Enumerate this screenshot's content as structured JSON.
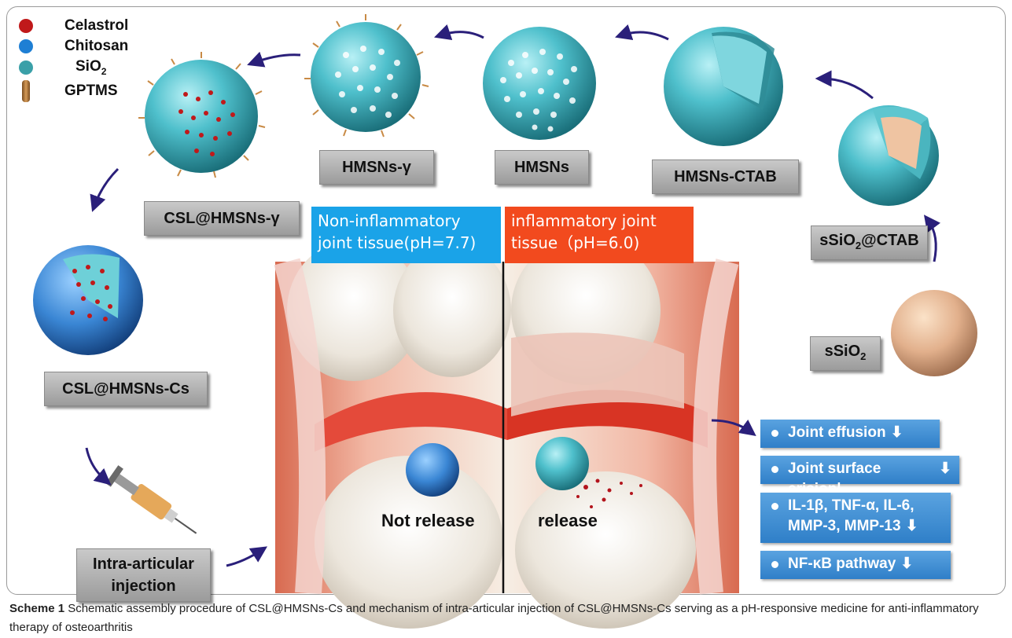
{
  "legend": [
    {
      "label": "Celastrol",
      "color": "#c0191a",
      "shape": "dot"
    },
    {
      "label": "Chitosan",
      "color": "#1e7fd4",
      "shape": "dot"
    },
    {
      "label": "SiO",
      "sub": "2",
      "color": "#3aa0a8",
      "shape": "dot"
    },
    {
      "label": "GPTMS",
      "color": "#b07a38",
      "shape": "rod"
    }
  ],
  "stages": {
    "ssio2": {
      "label": "sSiO",
      "sub": "2"
    },
    "ssio2_ctab": {
      "label": "sSiO",
      "sub": "2",
      "suffix": "@CTAB"
    },
    "hmsns_ctab": {
      "label": "HMSNs-CTAB"
    },
    "hmsns": {
      "label": "HMSNs"
    },
    "hmsns_g": {
      "label": "HMSNs-γ"
    },
    "csl_hmsns_g": {
      "label": "CSL@HMSNs-γ"
    },
    "csl_hmsns_cs": {
      "label": "CSL@HMSNs-Cs"
    },
    "injection": {
      "label_line1": "Intra-articular",
      "label_line2": "injection"
    }
  },
  "ph": {
    "non_inflam_line1": "Non-inflammatory",
    "non_inflam_line2": "joint tissue(pH=7.7)",
    "non_inflam_color": "#1aa3e8",
    "inflam_line1": "inflammatory joint",
    "inflam_line2": "tissue（pH=6.0)",
    "inflam_color": "#f24a1e"
  },
  "knee": {
    "left_label": "Not release",
    "right_label": "release"
  },
  "effects": [
    {
      "line1": "Joint effusion",
      "line2": ""
    },
    {
      "line1": "Joint surface erision|",
      "line2": ""
    },
    {
      "line1": "IL-1β, TNF-α, IL-6,",
      "line2": "MMP-3, MMP-13"
    },
    {
      "line1": "NF-κB pathway",
      "line2": ""
    }
  ],
  "caption": {
    "bold": "Scheme 1",
    "text": "  Schematic assembly procedure of CSL@HMSNs-Cs and mechanism of intra-articular injection of CSL@HMSNs-Cs serving as a pH-responsive medicine for anti-inflammatory therapy of osteoarthritis"
  }
}
